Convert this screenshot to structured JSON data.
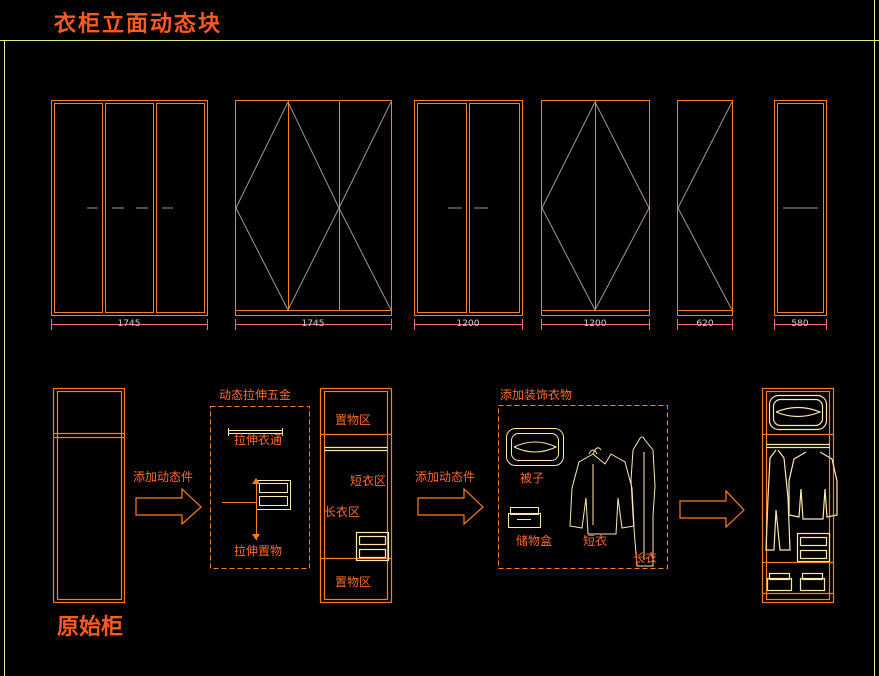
{
  "title": "衣柜立面动态块",
  "elevations": {
    "dims": [
      "1745",
      "1745",
      "1200",
      "1200",
      "620",
      "580"
    ]
  },
  "flow": {
    "original_label": "原始柜",
    "arrow1_label": "添加动态件",
    "arrow2_label": "添加动态件",
    "group1": {
      "title": "动态拉伸五金",
      "hanging_rail": "拉伸衣通",
      "storage_drawer": "拉伸置物"
    },
    "zones": {
      "top": "置物区",
      "short": "短衣区",
      "long": "长衣区",
      "bottom": "置物区"
    },
    "group2": {
      "title": "添加装饰衣物",
      "quilt": "被子",
      "box": "储物盒",
      "short_coat": "短衣",
      "long_coat": "长衣"
    }
  },
  "colors": {
    "cabinet": "#ff7f1f",
    "frame": "#e8e890",
    "dim": "#ff6a7a",
    "text": "#ff6a2a",
    "door_lines": "#9a9a9a",
    "clothing": "#ffe8b0"
  }
}
